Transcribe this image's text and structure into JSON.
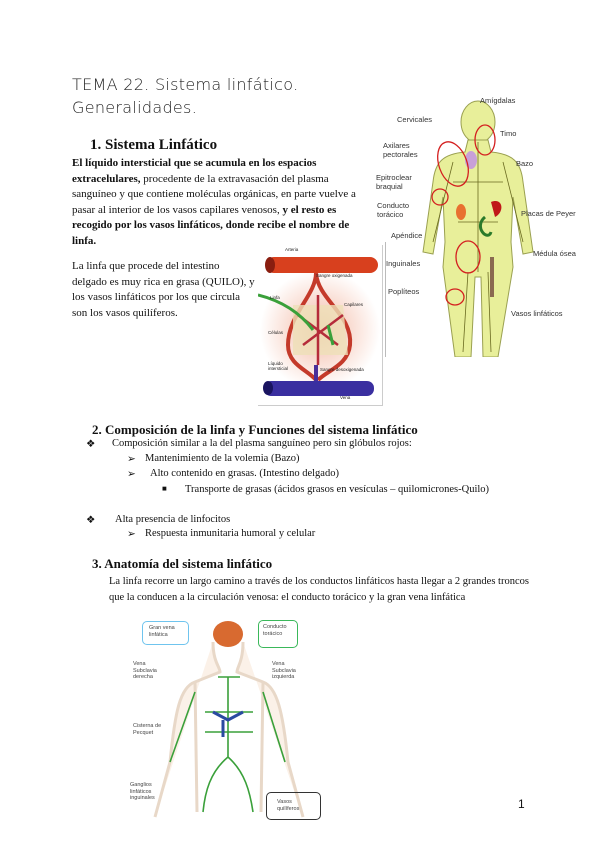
{
  "header": {
    "title_line1": "TEMA 22. Sistema linfático.",
    "title_line2": "Generalidades."
  },
  "section1": {
    "heading": "1.  Sistema Linfático",
    "p1_bold_a": "El líquido intersticial que se acumula en los espacios extracelulares,",
    "p1_normal": " procedente de la extravasación del plasma sanguíneo y que contiene moléculas orgánicas, en parte vuelve a pasar al interior de los vasos capilares venosos, ",
    "p1_bold_b": "y el resto es recogido por los vasos linfáticos, donde recibe el nombre de linfa.",
    "p2": "La linfa que procede del intestino delgado es muy rica en grasa (QUILO), y los vasos linfáticos por los que circula son los vasos quilíferos."
  },
  "vessel_figure": {
    "labels": [
      "Arteria",
      "Sangre oxigenada",
      "Linfa",
      "Capilares",
      "Células",
      "Líquido intersticial",
      "Sangre desoxigenada",
      "Vena"
    ]
  },
  "body_figure": {
    "labels": [
      "Amígdalas",
      "Cervicales",
      "Timo",
      "Axilares pectorales",
      "Bazo",
      "Epitroclear braquial",
      "Conducto torácico",
      "Placas de Peyer",
      "Apéndice",
      "Médula ósea",
      "Inguinales",
      "Poplíteos",
      "Vasos linfáticos"
    ]
  },
  "section2": {
    "heading": "2.  Composición de la linfa y Funciones del sistema linfático",
    "b1": "Composición similar a la del plasma sanguíneo pero sin glóbulos rojos:",
    "b1a": "Mantenimiento de la volemia (Bazo)",
    "b1b": "Alto contenido en grasas. (Intestino delgado)",
    "b1b1": "Transporte de grasas (ácidos grasos en vesículas – quilomicrones-Quilo)",
    "b2": "Alta presencia de linfocitos",
    "b2a": "Respuesta inmunitaria humoral y celular"
  },
  "section3": {
    "heading": "3.  Anatomía del sistema linfático",
    "p": "La linfa recorre un largo camino a través de los conductos linfáticos hasta llegar a 2 grandes troncos que la conducen a la circulación venosa: el conducto torácico y la gran vena linfática"
  },
  "anatomy_figure": {
    "labels": [
      "Gran vena linfática",
      "Conducto torácico",
      "Vena Subclavia derecha",
      "Vena Subclavia izquierda",
      "Cisterna de Pecquet",
      "Ganglios linfáticos inguinales",
      "Vasos quilíferos"
    ]
  },
  "footer": {
    "page_number": "1"
  },
  "colors": {
    "artery": "#d8401e",
    "vein": "#3a2fa0",
    "lymph": "#3aa03a",
    "body": "#e8ef9a",
    "circle": "#d42020"
  }
}
